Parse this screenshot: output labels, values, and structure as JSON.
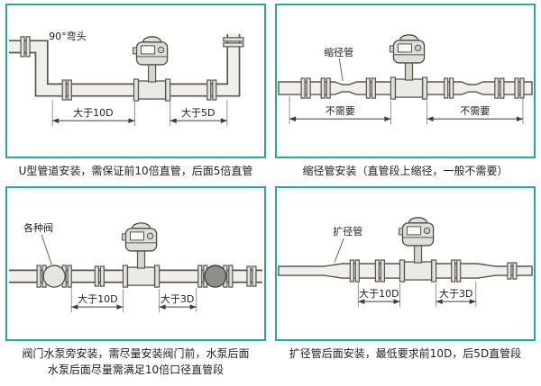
{
  "colors": {
    "frame_border": "#28a79a",
    "pipe_outline": "#57564f",
    "pipe_fill": "#f0efeb",
    "caption_text": "#222222"
  },
  "panels": {
    "u_type": {
      "callout": "90°弯头",
      "dim_left": "大于10D",
      "dim_right": "大于5D",
      "caption_lines": [
        "U型管道安装，需保证前10倍直管，后面5倍直管"
      ]
    },
    "reducer": {
      "callout": "缩径管",
      "dim_left": "不需要",
      "dim_right": "不需要",
      "caption_lines": [
        "缩径管安装（直管段上缩径，一般不需要）"
      ]
    },
    "valve": {
      "callout": "各种阀",
      "dim_left": "大于10D",
      "dim_right": "大于3D",
      "caption_lines": [
        "阀门水泵旁安装，需尽量安装阀门前，水泵后面",
        "水泵后面尽量需满足10倍口径直管段"
      ]
    },
    "expander": {
      "callout": "扩径管",
      "dim_left": "大于10D",
      "dim_right": "大于3D",
      "caption_lines": [
        "扩径管后面安装，最低要求前10D，后5D直管段"
      ]
    }
  }
}
